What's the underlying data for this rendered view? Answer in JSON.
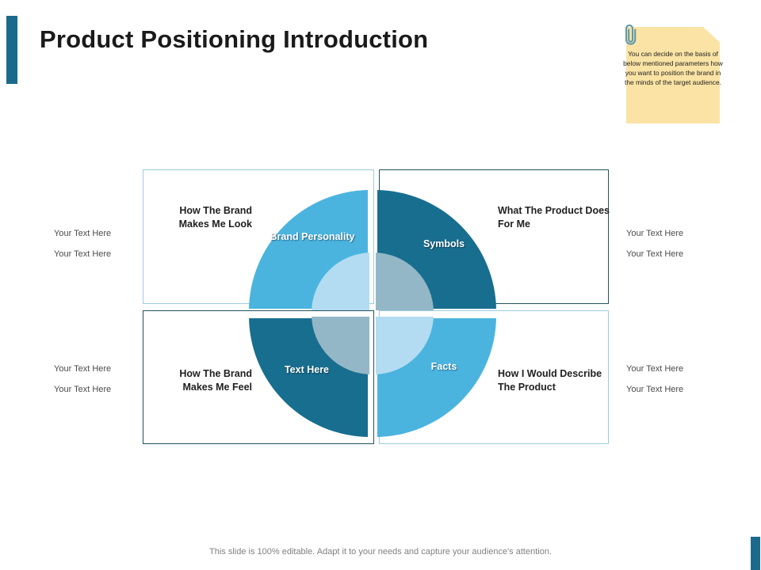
{
  "slide": {
    "title": "Product Positioning  Introduction",
    "footer": "This slide is 100% editable. Adapt it to your needs and capture your audience's attention."
  },
  "sticky_note": {
    "icon": "paperclip-icon",
    "text": "You can decide on the basis of below mentioned parameters how you want to position the brand in the minds of the target audience.",
    "fill_color": "#FAE3A4"
  },
  "diagram": {
    "type": "quadrant-donut",
    "ring_segments": [
      {
        "position": "top-left",
        "label": "Brand Personality",
        "color": "#4AB4DF"
      },
      {
        "position": "top-right",
        "label": "Symbols",
        "color": "#186E8F"
      },
      {
        "position": "bottom-left",
        "label": "Text Here",
        "color": "#186E8F"
      },
      {
        "position": "bottom-right",
        "label": "Facts",
        "color": "#4AB4DF"
      }
    ],
    "inner_segments": [
      {
        "position": "top-left",
        "color": "#B3DCF2"
      },
      {
        "position": "top-right",
        "color": "#93B7C7"
      },
      {
        "position": "bottom-left",
        "color": "#93B7C7"
      },
      {
        "position": "bottom-right",
        "color": "#B3DCF2"
      }
    ]
  },
  "quadrants": {
    "top_left": {
      "heading": "How The Brand Makes Me Look",
      "placeholders": [
        "Your Text Here",
        "Your Text Here"
      ]
    },
    "top_right": {
      "heading": "What The Product Does For Me",
      "placeholders": [
        "Your Text Here",
        "Your Text Here"
      ]
    },
    "bottom_left": {
      "heading": "How The Brand Makes Me Feel",
      "placeholders": [
        "Your Text Here",
        "Your Text Here"
      ]
    },
    "bottom_right": {
      "heading": "How I Would Describe The Product",
      "placeholders": [
        "Your Text Here",
        "Your Text Here"
      ]
    }
  },
  "theme": {
    "accent_color": "#1B6A8C",
    "ring_light": "#4AB4DF",
    "ring_dark": "#186E8F",
    "inner_light": "#B3DCF2",
    "inner_grey": "#93B7C7",
    "frame_light": "#9ECBE0",
    "frame_dark": "#24525F"
  }
}
